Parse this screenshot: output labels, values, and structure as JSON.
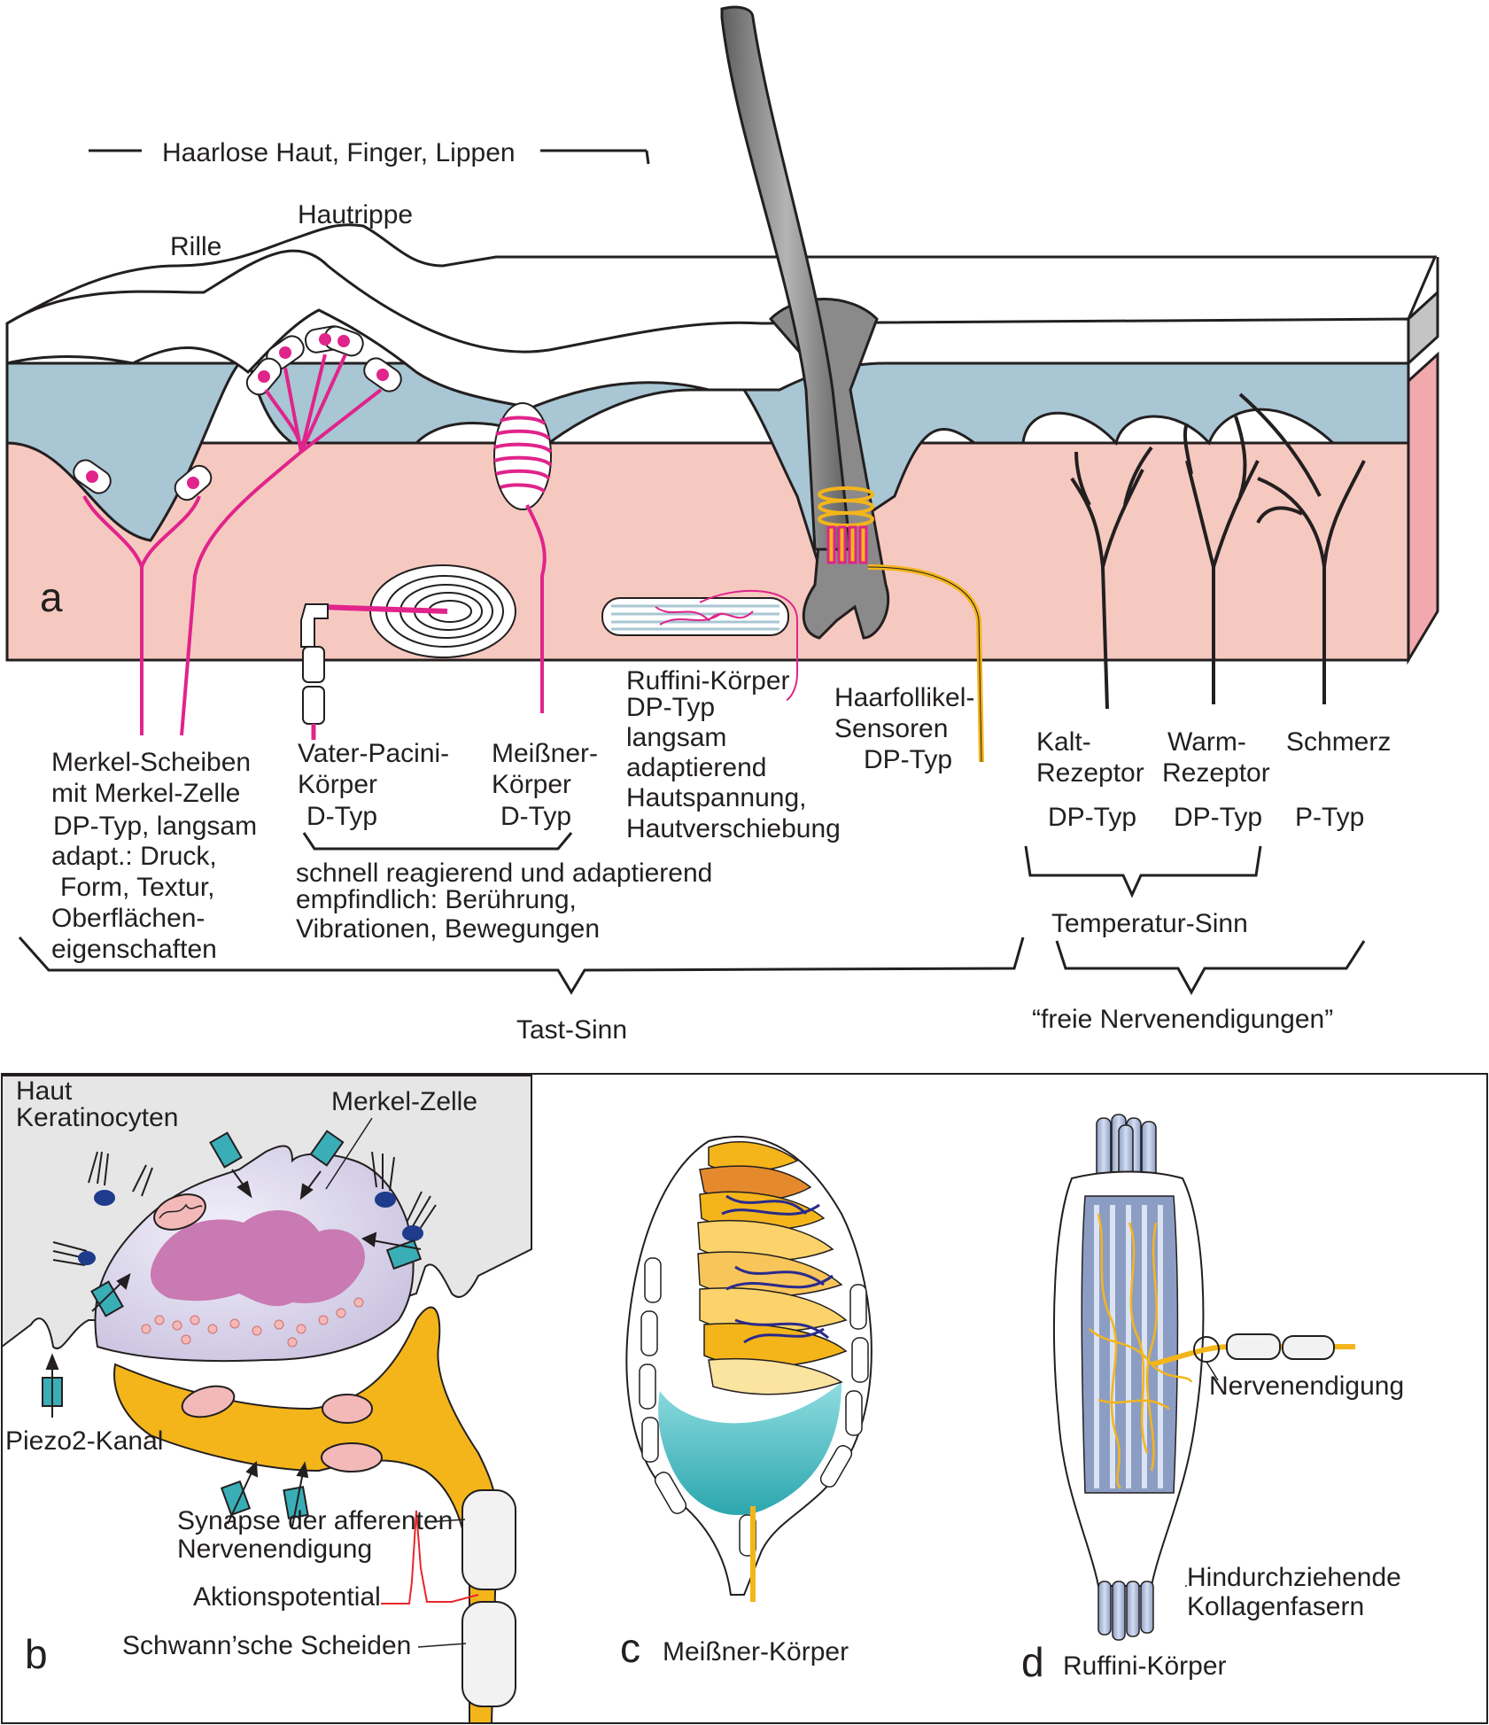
{
  "panel_a": {
    "letter": "a",
    "title_bar": "Haarlose Haut, Finger, Lippen",
    "rille": "Rille",
    "hautrippe": "Hautrippe",
    "merkel": [
      "Merkel-Scheiben",
      "mit Merkel-Zelle",
      "DP-Typ, langsam",
      "adapt.: Druck,",
      "Form, Textur,",
      "Oberflächen-",
      "eigenschaften"
    ],
    "pacini": [
      "Vater-Pacini-",
      "Körper",
      "D-Typ"
    ],
    "meissner": [
      "Meißner-",
      "Körper",
      "D-Typ"
    ],
    "schnell": [
      "schnell reagierend und adaptierend",
      "empfindlich: Berührung,",
      "Vibrationen, Bewegungen"
    ],
    "ruffini": [
      "Ruffini-Körper",
      "DP-Typ",
      "langsam",
      "adaptierend",
      "Hautspannung,",
      "Hautverschiebung"
    ],
    "haarfollikel": [
      "Haarfollikel-",
      "Sensoren",
      "DP-Typ"
    ],
    "kalt": [
      "Kalt-",
      "Rezeptor",
      "DP-Typ"
    ],
    "warm": [
      "Warm-",
      "Rezeptor",
      "DP-Typ"
    ],
    "schmerz": [
      "Schmerz",
      "P-Typ"
    ],
    "temperatur": "Temperatur-Sinn",
    "tast": "Tast-Sinn",
    "freie": "“freie Nervenendigungen”"
  },
  "panel_b": {
    "letter": "b",
    "haut": [
      "Haut",
      "Keratinocyten"
    ],
    "merkel_zelle": "Merkel-Zelle",
    "piezo": "Piezo2-Kanal",
    "synapse": [
      "Synapse der afferenten",
      "Nervenendigung"
    ],
    "aktion": "Aktionspotential",
    "schwann": "Schwann’sche Scheiden"
  },
  "panel_c": {
    "letter": "c",
    "title": "Meißner-Körper"
  },
  "panel_d": {
    "letter": "d",
    "title": "Ruffini-Körper",
    "nerv": "Nervenendigung",
    "kollagen": [
      "Hindurchziehende",
      "Kollagenfasern"
    ]
  },
  "colors": {
    "dermis": "#f6c9c0",
    "epidermis_blue": "#a8c6d3",
    "nerve_magenta": "#e0248b",
    "nerve_yellow": "#f4b51b",
    "hair_gray": "#888888",
    "panel_b_bg": "#e6e6e6",
    "merkel_cell": "#e4e0f0",
    "turquoise": "#3aaeb7"
  }
}
